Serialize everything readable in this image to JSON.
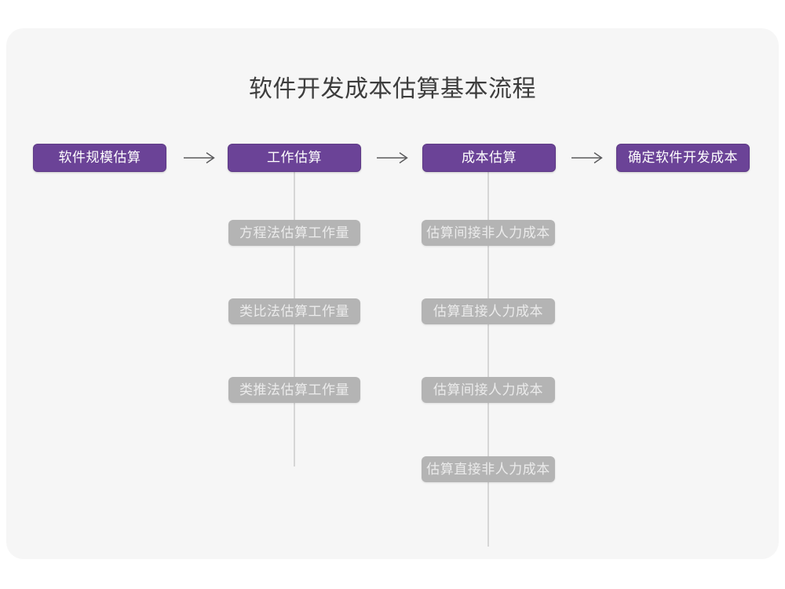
{
  "title": "软件开发成本估算基本流程",
  "flow": {
    "steps": [
      {
        "id": "scale",
        "label": "软件规模估算"
      },
      {
        "id": "effort",
        "label": "工作估算",
        "substeps": [
          "方程法估算工作量",
          "类比法估算工作量",
          "类推法估算工作量"
        ]
      },
      {
        "id": "cost",
        "label": "成本估算",
        "substeps": [
          "估算间接非人力成本",
          "估算直接人力成本",
          "估算间接人力成本",
          "估算直接非人力成本"
        ]
      },
      {
        "id": "final",
        "label": "确定软件开发成本"
      }
    ]
  },
  "colors": {
    "page_background": "#ffffff",
    "card_background": "#f6f6f6",
    "primary_node": "#6b4397",
    "primary_node_text": "#ffffff",
    "secondary_node": "#b4b4b4",
    "secondary_node_text": "#ebebeb",
    "connector_line": "#d6d6d6",
    "arrow": "#58585a",
    "title_text": "#3d3d3d"
  }
}
